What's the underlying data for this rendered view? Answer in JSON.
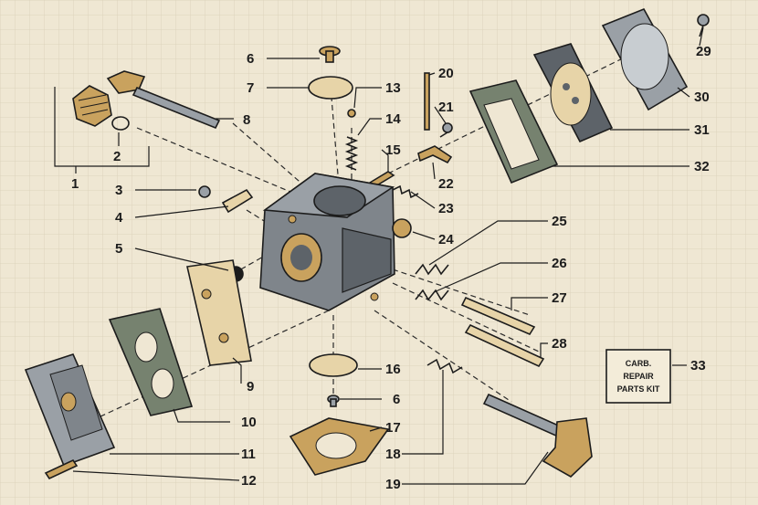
{
  "colors": {
    "paper": "#efe7d3",
    "grid": "#d9cfb6",
    "ink": "#1c1c1c",
    "body_metal": "#7f858b",
    "body_dark": "#5d6369",
    "brass": "#c9a25e",
    "gasket_green": "#76826f",
    "diaphragm": "#e7d4a8",
    "cover_grey": "#9aa0a6"
  },
  "callouts": [
    {
      "num": "1"
    },
    {
      "num": "2"
    },
    {
      "num": "3"
    },
    {
      "num": "4"
    },
    {
      "num": "5"
    },
    {
      "num": "6"
    },
    {
      "num": "7"
    },
    {
      "num": "8"
    },
    {
      "num": "9"
    },
    {
      "num": "10"
    },
    {
      "num": "11"
    },
    {
      "num": "12"
    },
    {
      "num": "13"
    },
    {
      "num": "14"
    },
    {
      "num": "15"
    },
    {
      "num": "16"
    },
    {
      "num": "6"
    },
    {
      "num": "17"
    },
    {
      "num": "18"
    },
    {
      "num": "19"
    },
    {
      "num": "20"
    },
    {
      "num": "21"
    },
    {
      "num": "22"
    },
    {
      "num": "23"
    },
    {
      "num": "24"
    },
    {
      "num": "25"
    },
    {
      "num": "26"
    },
    {
      "num": "27"
    },
    {
      "num": "28"
    },
    {
      "num": "29"
    },
    {
      "num": "30"
    },
    {
      "num": "31"
    },
    {
      "num": "32"
    },
    {
      "num": "33"
    }
  ],
  "kit_label": {
    "line1": "CARB.",
    "line2": "REPAIR",
    "line3": "PARTS KIT"
  }
}
